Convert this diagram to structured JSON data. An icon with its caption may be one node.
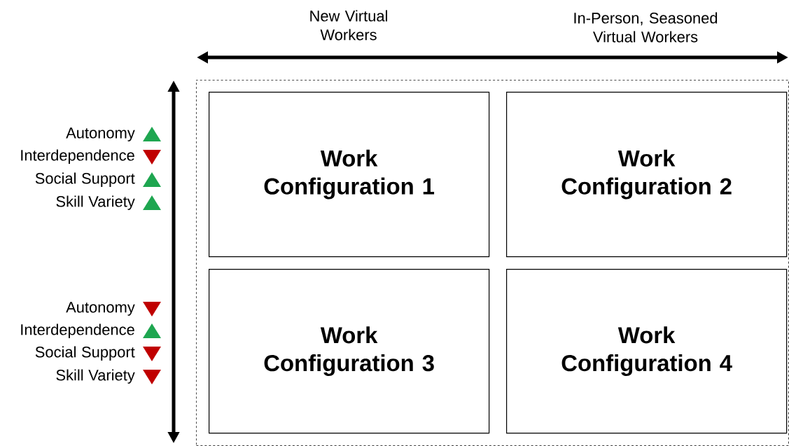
{
  "diagram": {
    "nodes": [
      {
        "text": [],
        "shape": "box"
      },
      {
        "text": [
          "Work Configuration 1"
        ],
        "in": 0
      },
      {
        "text": [
          "Work Configuration 2"
        ],
        "in": 0
      },
      {
        "text": [
          "Work Configuration 3"
        ],
        "in": 0
      },
      {
        "text": [
          "Work Configuration 4"
        ],
        "in": 0
      }
    ],
    "labels": [
      "New Virtual Workers",
      "In-Person, Seasoned Virtual Workers",
      "Autonomy",
      "Interdependence",
      "Social Support",
      "Skill Variety",
      "Autonomy",
      "Interdependence",
      "Social Support",
      "Skill Variety"
    ]
  }
}
